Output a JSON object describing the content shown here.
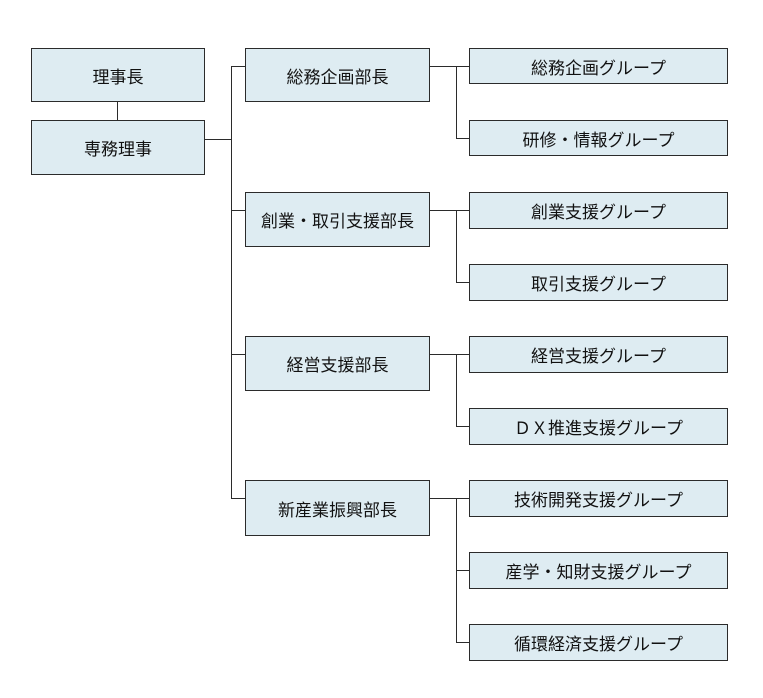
{
  "org_chart": {
    "top": [
      {
        "label": "理事長"
      },
      {
        "label": "専務理事"
      }
    ],
    "departments": [
      {
        "label": "総務企画部長",
        "groups": [
          "総務企画グループ",
          "研修・情報グループ"
        ]
      },
      {
        "label": "創業・取引支援部長",
        "groups": [
          "創業支援グループ",
          "取引支援グループ"
        ]
      },
      {
        "label": "経営支援部長",
        "groups": [
          "経営支援グループ",
          "ＤＸ推進支援グループ"
        ]
      },
      {
        "label": "新産業振興部長",
        "groups": [
          "技術開発支援グループ",
          "産学・知財支援グループ",
          "循環経済支援グループ"
        ]
      }
    ]
  },
  "colors": {
    "box_fill": "#deecf2",
    "line": "#2b2b2b"
  }
}
